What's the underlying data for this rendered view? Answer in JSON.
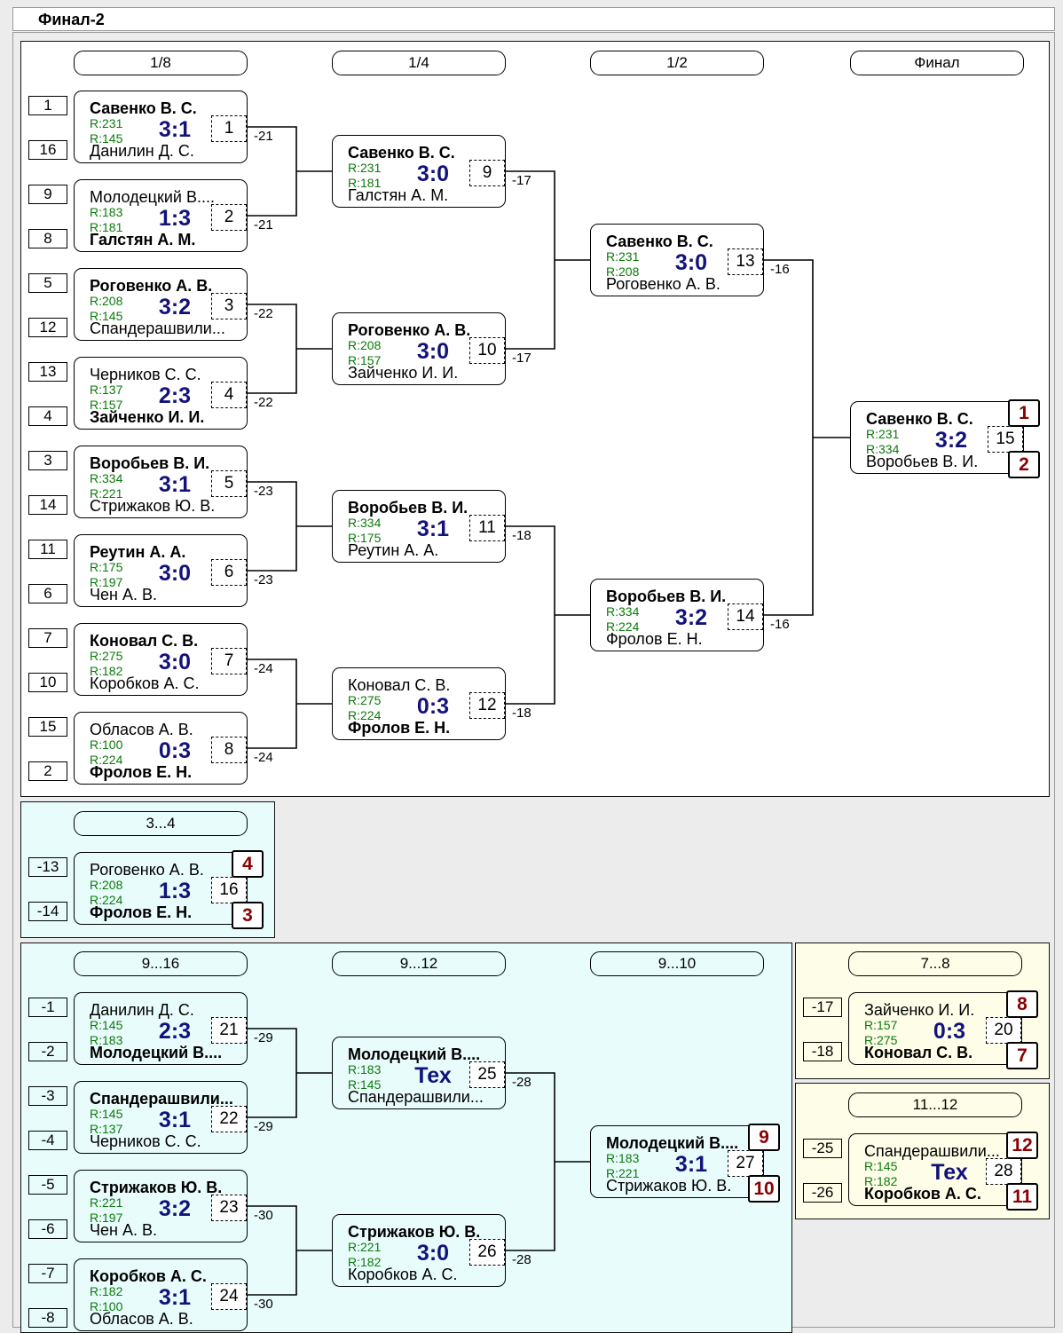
{
  "title": "Финал-2",
  "sections": {
    "main": {
      "rounds": [
        "1/8",
        "1/4",
        "1/2",
        "Финал"
      ]
    },
    "third": {
      "rounds": [
        "3...4"
      ]
    },
    "lower": {
      "rounds": [
        "9...16",
        "9...12",
        "9...10"
      ]
    },
    "seventh": {
      "rounds": [
        "7...8"
      ]
    },
    "eleventh": {
      "rounds": [
        "11...12"
      ]
    }
  },
  "matches": [
    {
      "id": 1,
      "no": "1",
      "p1": "Савенко В. С.",
      "p2": "Данилин Д. С.",
      "r1": "R:231",
      "r2": "R:145",
      "score": "3:1",
      "winner": 1,
      "seeds": [
        "1",
        "16"
      ],
      "ref": "-21"
    },
    {
      "id": 2,
      "no": "2",
      "p1": "Молодецкий В....",
      "p2": "Галстян А. М.",
      "r1": "R:183",
      "r2": "R:181",
      "score": "1:3",
      "winner": 2,
      "seeds": [
        "9",
        "8"
      ],
      "ref": "-21"
    },
    {
      "id": 3,
      "no": "3",
      "p1": "Роговенко А. В.",
      "p2": "Спандерашвили...",
      "r1": "R:208",
      "r2": "R:145",
      "score": "3:2",
      "winner": 1,
      "seeds": [
        "5",
        "12"
      ],
      "ref": "-22"
    },
    {
      "id": 4,
      "no": "4",
      "p1": "Черников С. С.",
      "p2": "Зайченко И. И.",
      "r1": "R:137",
      "r2": "R:157",
      "score": "2:3",
      "winner": 2,
      "seeds": [
        "13",
        "4"
      ],
      "ref": "-22"
    },
    {
      "id": 5,
      "no": "5",
      "p1": "Воробьев В. И.",
      "p2": "Стрижаков Ю. В.",
      "r1": "R:334",
      "r2": "R:221",
      "score": "3:1",
      "winner": 1,
      "seeds": [
        "3",
        "14"
      ],
      "ref": "-23"
    },
    {
      "id": 6,
      "no": "6",
      "p1": "Реутин А. А.",
      "p2": "Чен А. В.",
      "r1": "R:175",
      "r2": "R:197",
      "score": "3:0",
      "winner": 1,
      "seeds": [
        "11",
        "6"
      ],
      "ref": "-23"
    },
    {
      "id": 7,
      "no": "7",
      "p1": "Коновал С. В.",
      "p2": "Коробков А. С.",
      "r1": "R:275",
      "r2": "R:182",
      "score": "3:0",
      "winner": 1,
      "seeds": [
        "7",
        "10"
      ],
      "ref": "-24"
    },
    {
      "id": 8,
      "no": "8",
      "p1": "Обласов А. В.",
      "p2": "Фролов Е. Н.",
      "r1": "R:100",
      "r2": "R:224",
      "score": "0:3",
      "winner": 2,
      "seeds": [
        "15",
        "2"
      ],
      "ref": "-24"
    },
    {
      "id": 9,
      "no": "9",
      "p1": "Савенко В. С.",
      "p2": "Галстян А. М.",
      "r1": "R:231",
      "r2": "R:181",
      "score": "3:0",
      "winner": 1,
      "ref": "-17"
    },
    {
      "id": 10,
      "no": "10",
      "p1": "Роговенко А. В.",
      "p2": "Зайченко И. И.",
      "r1": "R:208",
      "r2": "R:157",
      "score": "3:0",
      "winner": 1,
      "ref": "-17"
    },
    {
      "id": 11,
      "no": "11",
      "p1": "Воробьев В. И.",
      "p2": "Реутин А. А.",
      "r1": "R:334",
      "r2": "R:175",
      "score": "3:1",
      "winner": 1,
      "ref": "-18"
    },
    {
      "id": 12,
      "no": "12",
      "p1": "Коновал С. В.",
      "p2": "Фролов Е. Н.",
      "r1": "R:275",
      "r2": "R:224",
      "score": "0:3",
      "winner": 2,
      "ref": "-18"
    },
    {
      "id": 13,
      "no": "13",
      "p1": "Савенко В. С.",
      "p2": "Роговенко А. В.",
      "r1": "R:231",
      "r2": "R:208",
      "score": "3:0",
      "winner": 1,
      "ref": "-16"
    },
    {
      "id": 14,
      "no": "14",
      "p1": "Воробьев В. И.",
      "p2": "Фролов Е. Н.",
      "r1": "R:334",
      "r2": "R:224",
      "score": "3:2",
      "winner": 1,
      "ref": "-16"
    },
    {
      "id": 15,
      "no": "15",
      "p1": "Савенко В. С.",
      "p2": "Воробьев В. И.",
      "r1": "R:231",
      "r2": "R:334",
      "score": "3:2",
      "winner": 1,
      "places": [
        "1",
        "2"
      ]
    },
    {
      "id": 16,
      "no": "16",
      "p1": "Роговенко А. В.",
      "p2": "Фролов Е. Н.",
      "r1": "R:208",
      "r2": "R:224",
      "score": "1:3",
      "winner": 2,
      "seeds": [
        "-13",
        "-14"
      ],
      "places": [
        "4",
        "3"
      ]
    },
    {
      "id": 21,
      "no": "21",
      "p1": "Данилин Д. С.",
      "p2": "Молодецкий В....",
      "r1": "R:145",
      "r2": "R:183",
      "score": "2:3",
      "winner": 2,
      "seeds": [
        "-1",
        "-2"
      ],
      "ref": "-29"
    },
    {
      "id": 22,
      "no": "22",
      "p1": "Спандерашвили...",
      "p2": "Черников С. С.",
      "r1": "R:145",
      "r2": "R:137",
      "score": "3:1",
      "winner": 1,
      "seeds": [
        "-3",
        "-4"
      ],
      "ref": "-29"
    },
    {
      "id": 23,
      "no": "23",
      "p1": "Стрижаков Ю. В.",
      "p2": "Чен А. В.",
      "r1": "R:221",
      "r2": "R:197",
      "score": "3:2",
      "winner": 1,
      "seeds": [
        "-5",
        "-6"
      ],
      "ref": "-30"
    },
    {
      "id": 24,
      "no": "24",
      "p1": "Коробков А. С.",
      "p2": "Обласов А. В.",
      "r1": "R:182",
      "r2": "R:100",
      "score": "3:1",
      "winner": 1,
      "seeds": [
        "-7",
        "-8"
      ],
      "ref": "-30"
    },
    {
      "id": 25,
      "no": "25",
      "p1": "Молодецкий В....",
      "p2": "Спандерашвили...",
      "r1": "R:183",
      "r2": "R:145",
      "score": "Тех",
      "winner": 1,
      "ref": "-28"
    },
    {
      "id": 26,
      "no": "26",
      "p1": "Стрижаков Ю. В.",
      "p2": "Коробков А. С.",
      "r1": "R:221",
      "r2": "R:182",
      "score": "3:0",
      "winner": 1,
      "ref": "-28"
    },
    {
      "id": 27,
      "no": "27",
      "p1": "Молодецкий В....",
      "p2": "Стрижаков Ю. В.",
      "r1": "R:183",
      "r2": "R:221",
      "score": "3:1",
      "winner": 1,
      "places": [
        "9",
        "10"
      ]
    },
    {
      "id": 20,
      "no": "20",
      "p1": "Зайченко И. И.",
      "p2": "Коновал С. В.",
      "r1": "R:157",
      "r2": "R:275",
      "score": "0:3",
      "winner": 2,
      "seeds": [
        "-17",
        "-18"
      ],
      "places": [
        "8",
        "7"
      ]
    },
    {
      "id": 28,
      "no": "28",
      "p1": "Спандерашвили...",
      "p2": "Коробков А. С.",
      "r1": "R:145",
      "r2": "R:182",
      "score": "Тех",
      "winner": 2,
      "seeds": [
        "-25",
        "-26"
      ],
      "places": [
        "12",
        "11"
      ]
    }
  ]
}
